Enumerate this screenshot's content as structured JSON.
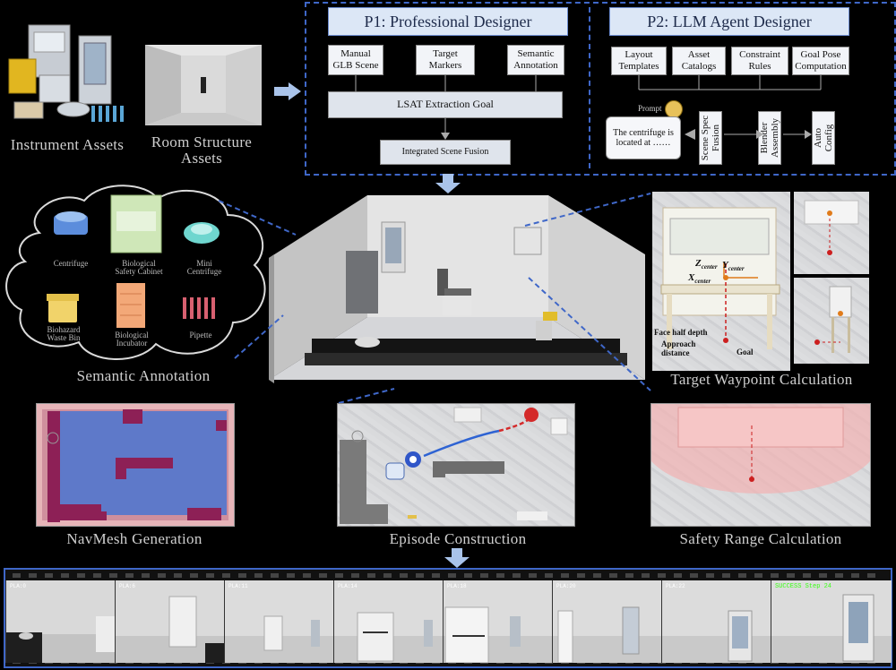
{
  "assets": {
    "instrument_label": "Instrument Assets",
    "room_label": "Room Structure\nAssets"
  },
  "p1": {
    "title": "P1: Professional Designer",
    "boxes": [
      "Manual\nGLB Scene",
      "Target\nMarkers",
      "Semantic\nAnnotation"
    ],
    "extraction": "LSAT Extraction Goal",
    "fusion": "Integrated Scene Fusion"
  },
  "p2": {
    "title": "P2: LLM Agent Designer",
    "boxes": [
      "Layout\nTemplates",
      "Asset\nCatalogs",
      "Constraint\nRules",
      "Goal Pose\nComputation"
    ],
    "prompt_label": "Prompt",
    "prompt_text": "The centrifuge is located at ……",
    "steps": [
      "Scene Spec\nFusion",
      "Blender\nAssembly",
      "Auto\nConfig"
    ]
  },
  "semantic": {
    "label": "Semantic Annotation",
    "items": [
      "Centrifuge",
      "Biological\nSafety Cabinet",
      "Mini\nCentrifuge",
      "Biohazard\nWaste Bin",
      "Biological\nIncubator",
      "Pipette"
    ]
  },
  "waypoint": {
    "label": "Target Waypoint Calculation",
    "z_center": "Z",
    "y_center": "Y",
    "x_center": "X",
    "sub": "center",
    "face_half_depth": "Face half depth",
    "approach_distance": "Approach\ndistance",
    "goal": "Goal"
  },
  "navmesh": {
    "label": "NavMesh Generation"
  },
  "episode": {
    "label": "Episode Construction"
  },
  "safety": {
    "label": "Safety Range Calculation"
  },
  "frames": [
    {
      "caption": "PLA:0"
    },
    {
      "caption": "PLA:6"
    },
    {
      "caption": "PLA:11"
    },
    {
      "caption": "PLA:14"
    },
    {
      "caption": "PLA:18"
    },
    {
      "caption": "PLA:20"
    },
    {
      "caption": "PLA:22"
    },
    {
      "caption": "SUCCESS Step 24"
    }
  ],
  "colors": {
    "accent_blue": "#3f67c8",
    "success_green": "#39ff14",
    "goal_red": "#cc1f1f"
  }
}
